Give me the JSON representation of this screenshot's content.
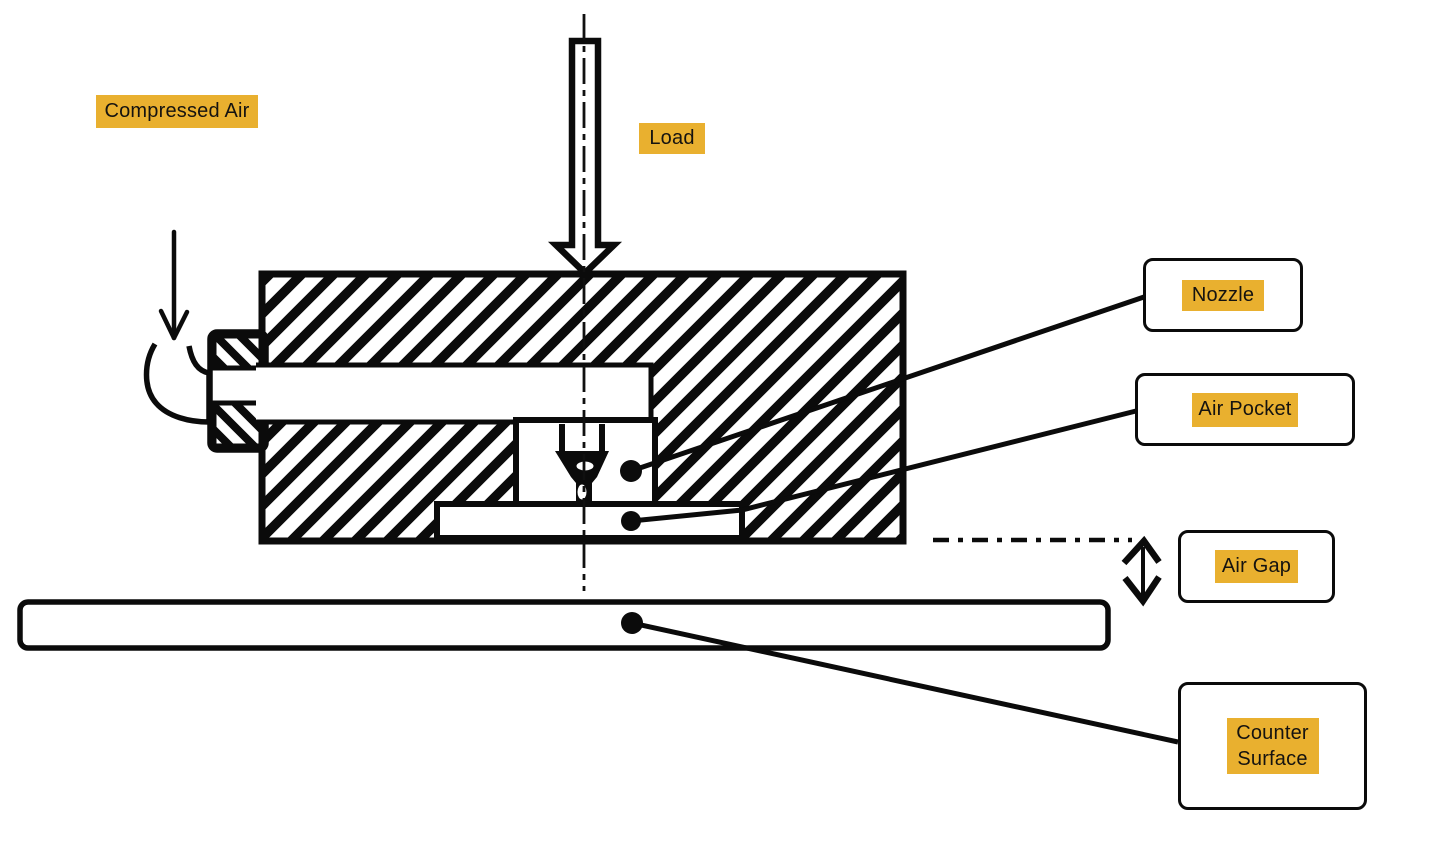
{
  "colors": {
    "highlight_yellow": "#E9B02F",
    "ink_black": "#0b0b0b",
    "paper_white": "#ffffff"
  },
  "labels": {
    "compressed_air": {
      "text": "Compressed Air"
    },
    "load": {
      "text": "Load"
    },
    "nozzle": {
      "text": "Nozzle"
    },
    "air_pocket": {
      "text": "Air Pocket"
    },
    "air_gap": {
      "text": "Air Gap"
    },
    "counter_surface": {
      "text": "Counter Surface",
      "lines": [
        "Counter",
        "Surface"
      ]
    }
  }
}
